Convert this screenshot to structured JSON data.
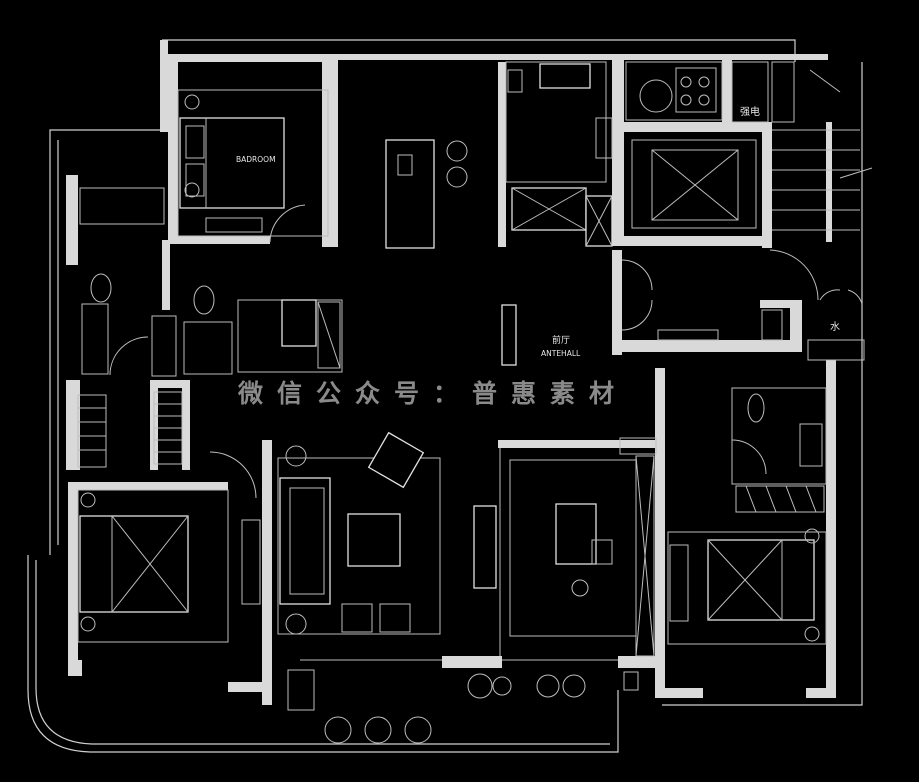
{
  "rooms": {
    "bedroom_label": "BADROOM",
    "antehall_cn": "前厅",
    "antehall_en": "ANTEHALL",
    "strong_power": "强电",
    "water": "水"
  },
  "watermark": "微信公众号：普惠素材"
}
